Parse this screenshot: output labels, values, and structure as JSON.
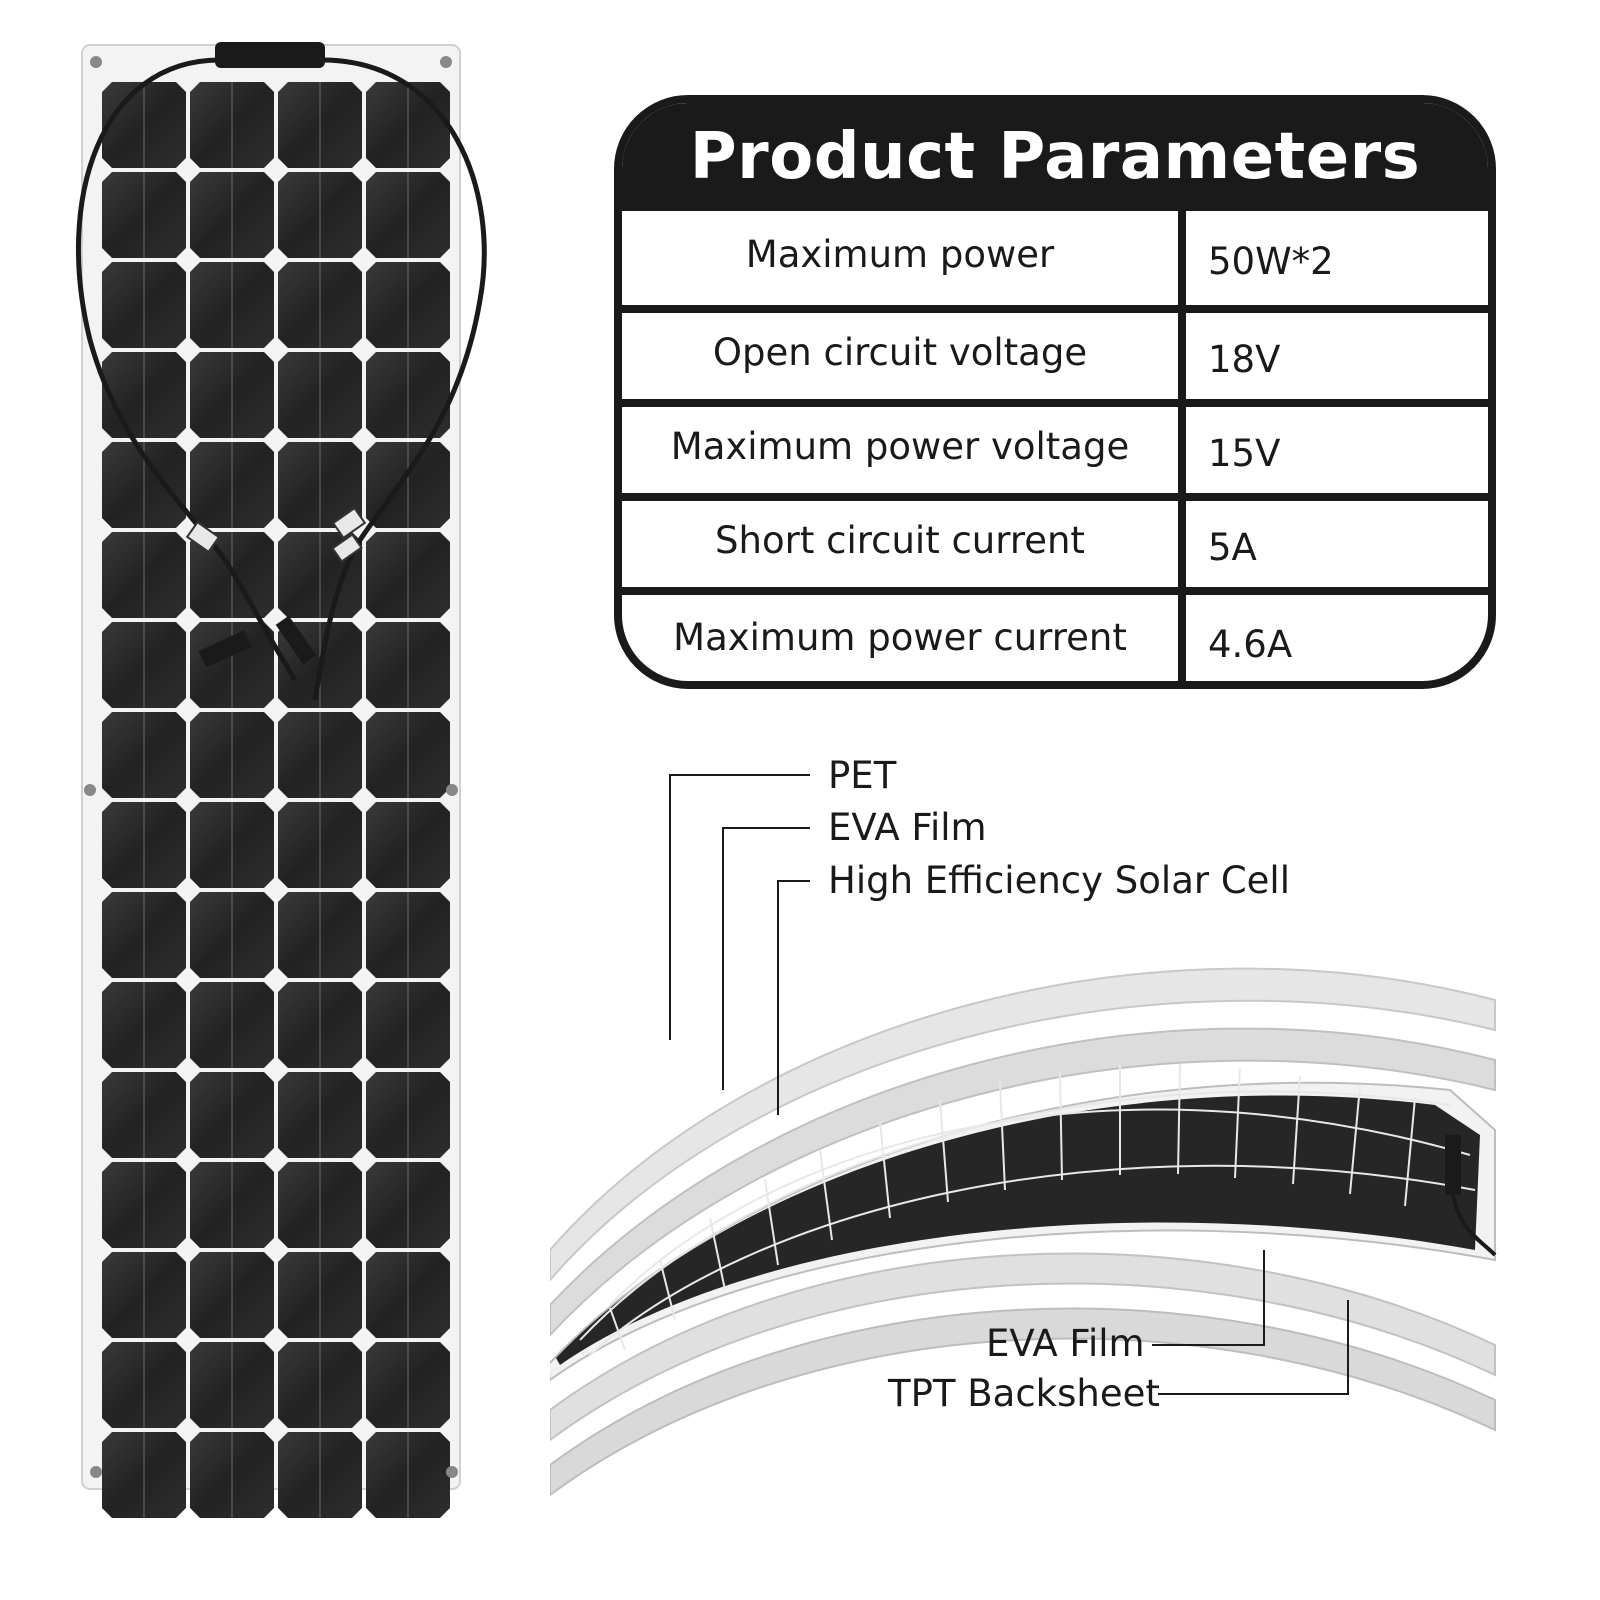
{
  "params": {
    "title": "Product Parameters",
    "rows": [
      {
        "label": "Maximum power",
        "value": "50W*2"
      },
      {
        "label": "Open circuit voltage",
        "value": "18V"
      },
      {
        "label": "Maximum power voltage",
        "value": "15V"
      },
      {
        "label": "Short circuit current",
        "value": "5A"
      },
      {
        "label": "Maximum power current",
        "value": "4.6A"
      }
    ]
  },
  "layers": {
    "top": [
      "PET",
      "EVA Film",
      "High Efficiency Solar Cell"
    ],
    "bottom": [
      "EVA Film",
      "TPT Backsheet"
    ]
  },
  "colors": {
    "dark": "#1a1a1a",
    "cell": "#262626",
    "frame": "#f2f2f2"
  }
}
